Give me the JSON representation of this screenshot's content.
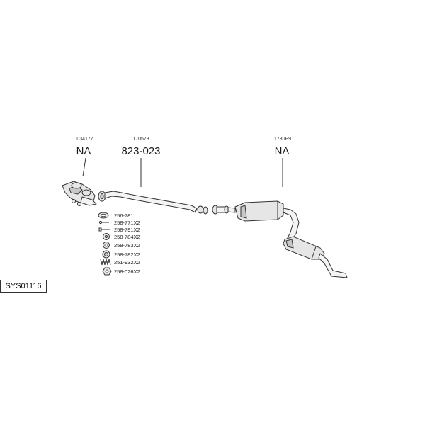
{
  "callouts": {
    "front_pipe": {
      "ref": "034177",
      "code": "NA"
    },
    "middle_pipe": {
      "ref": "170573",
      "code": "823-023"
    },
    "rear_silencer": {
      "ref": "1730P9",
      "code": "NA"
    }
  },
  "legend": [
    {
      "label": "256-781",
      "icon": "gasket-ring-icon"
    },
    {
      "label": "258-771X2",
      "icon": "bolt-icon"
    },
    {
      "label": "258-791X2",
      "icon": "screw-icon"
    },
    {
      "label": "258-784X2",
      "icon": "rubber-mount-icon"
    },
    {
      "label": "258-783X2",
      "icon": "nut-ring-icon"
    },
    {
      "label": "258-782X2",
      "icon": "washer-icon"
    },
    {
      "label": "251-932X2",
      "icon": "spring-icon"
    },
    {
      "label": "258-026X2",
      "icon": "hex-nut-icon"
    }
  ],
  "system_code": "SYS01116",
  "colors": {
    "line": "#333333",
    "part_fill": "#e6e6e6",
    "background": "#ffffff"
  }
}
